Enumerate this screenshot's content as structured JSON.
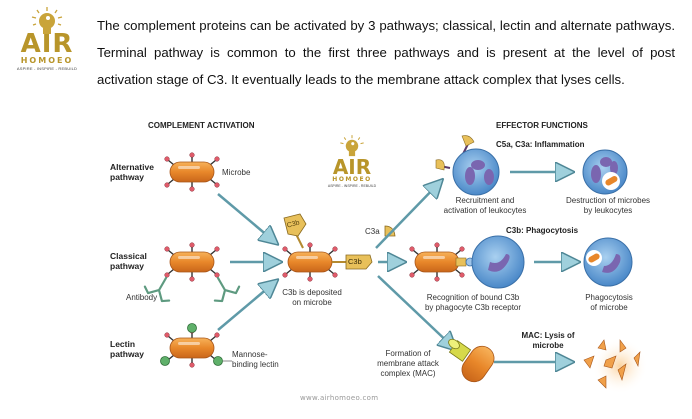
{
  "logo": {
    "brand": "AIR",
    "sub": "HOMOEO",
    "tagline": "ASPIRE - INSPIRE - REBUILD"
  },
  "intro": {
    "text": "The complement proteins can be activated by 3 pathways; classical, lectin and alternate pathways. Terminal pathway is common to the first three pathways and is present at the level of post activation stage of C3. It eventually leads to the membrane attack complex that lyses cells."
  },
  "diagram": {
    "left_heading": "COMPLEMENT ACTIVATION",
    "right_heading": "EFFECTOR FUNCTIONS",
    "pathways": [
      {
        "label_line1": "Alternative",
        "label_line2": "pathway",
        "annotation": "Microbe"
      },
      {
        "label_line1": "Classical",
        "label_line2": "pathway",
        "annotation": "Antibody"
      },
      {
        "label_line1": "Lectin",
        "label_line2": "pathway",
        "annotation_line1": "Mannose-",
        "annotation_line2": "binding lectin"
      }
    ],
    "center": {
      "c3b_top": "C3b",
      "c3b_right": "C3b",
      "c3a": "C3a",
      "caption_line1": "C3b is deposited",
      "caption_line2": "on microbe"
    },
    "effectors": [
      {
        "title": "C5a, C3a: Inflammation",
        "step1_line1": "Recruitment and",
        "step1_line2": "activation of leukocytes",
        "step2_line1": "Destruction of microbes",
        "step2_line2": "by leukocytes"
      },
      {
        "title": "C3b: Phagocytosis",
        "step1_line1": "Recognition of bound C3b",
        "step1_line2": "by phagocyte C3b receptor",
        "step2_line1": "Phagocytosis",
        "step2_line2": "of microbe"
      },
      {
        "title_line1": "MAC: Lysis of",
        "title_line2": "microbe",
        "step1_line1": "Formation of",
        "step1_line2": "membrane attack",
        "step1_line3": "complex (MAC)"
      }
    ],
    "watermark": {
      "brand": "AIR",
      "sub": "HOMOEO",
      "tagline": "ASPIRE - INSPIRE - REBUILD"
    },
    "website": "www.airhomoeo.com"
  },
  "colors": {
    "microbe_orange": "#e8872a",
    "arrow_teal": "#5f9aa8",
    "gold": "#b8952a",
    "cell_blue": "#5b9bd5",
    "nucleus_purple": "#7a66b0",
    "antibody_green": "#5e9a80"
  }
}
